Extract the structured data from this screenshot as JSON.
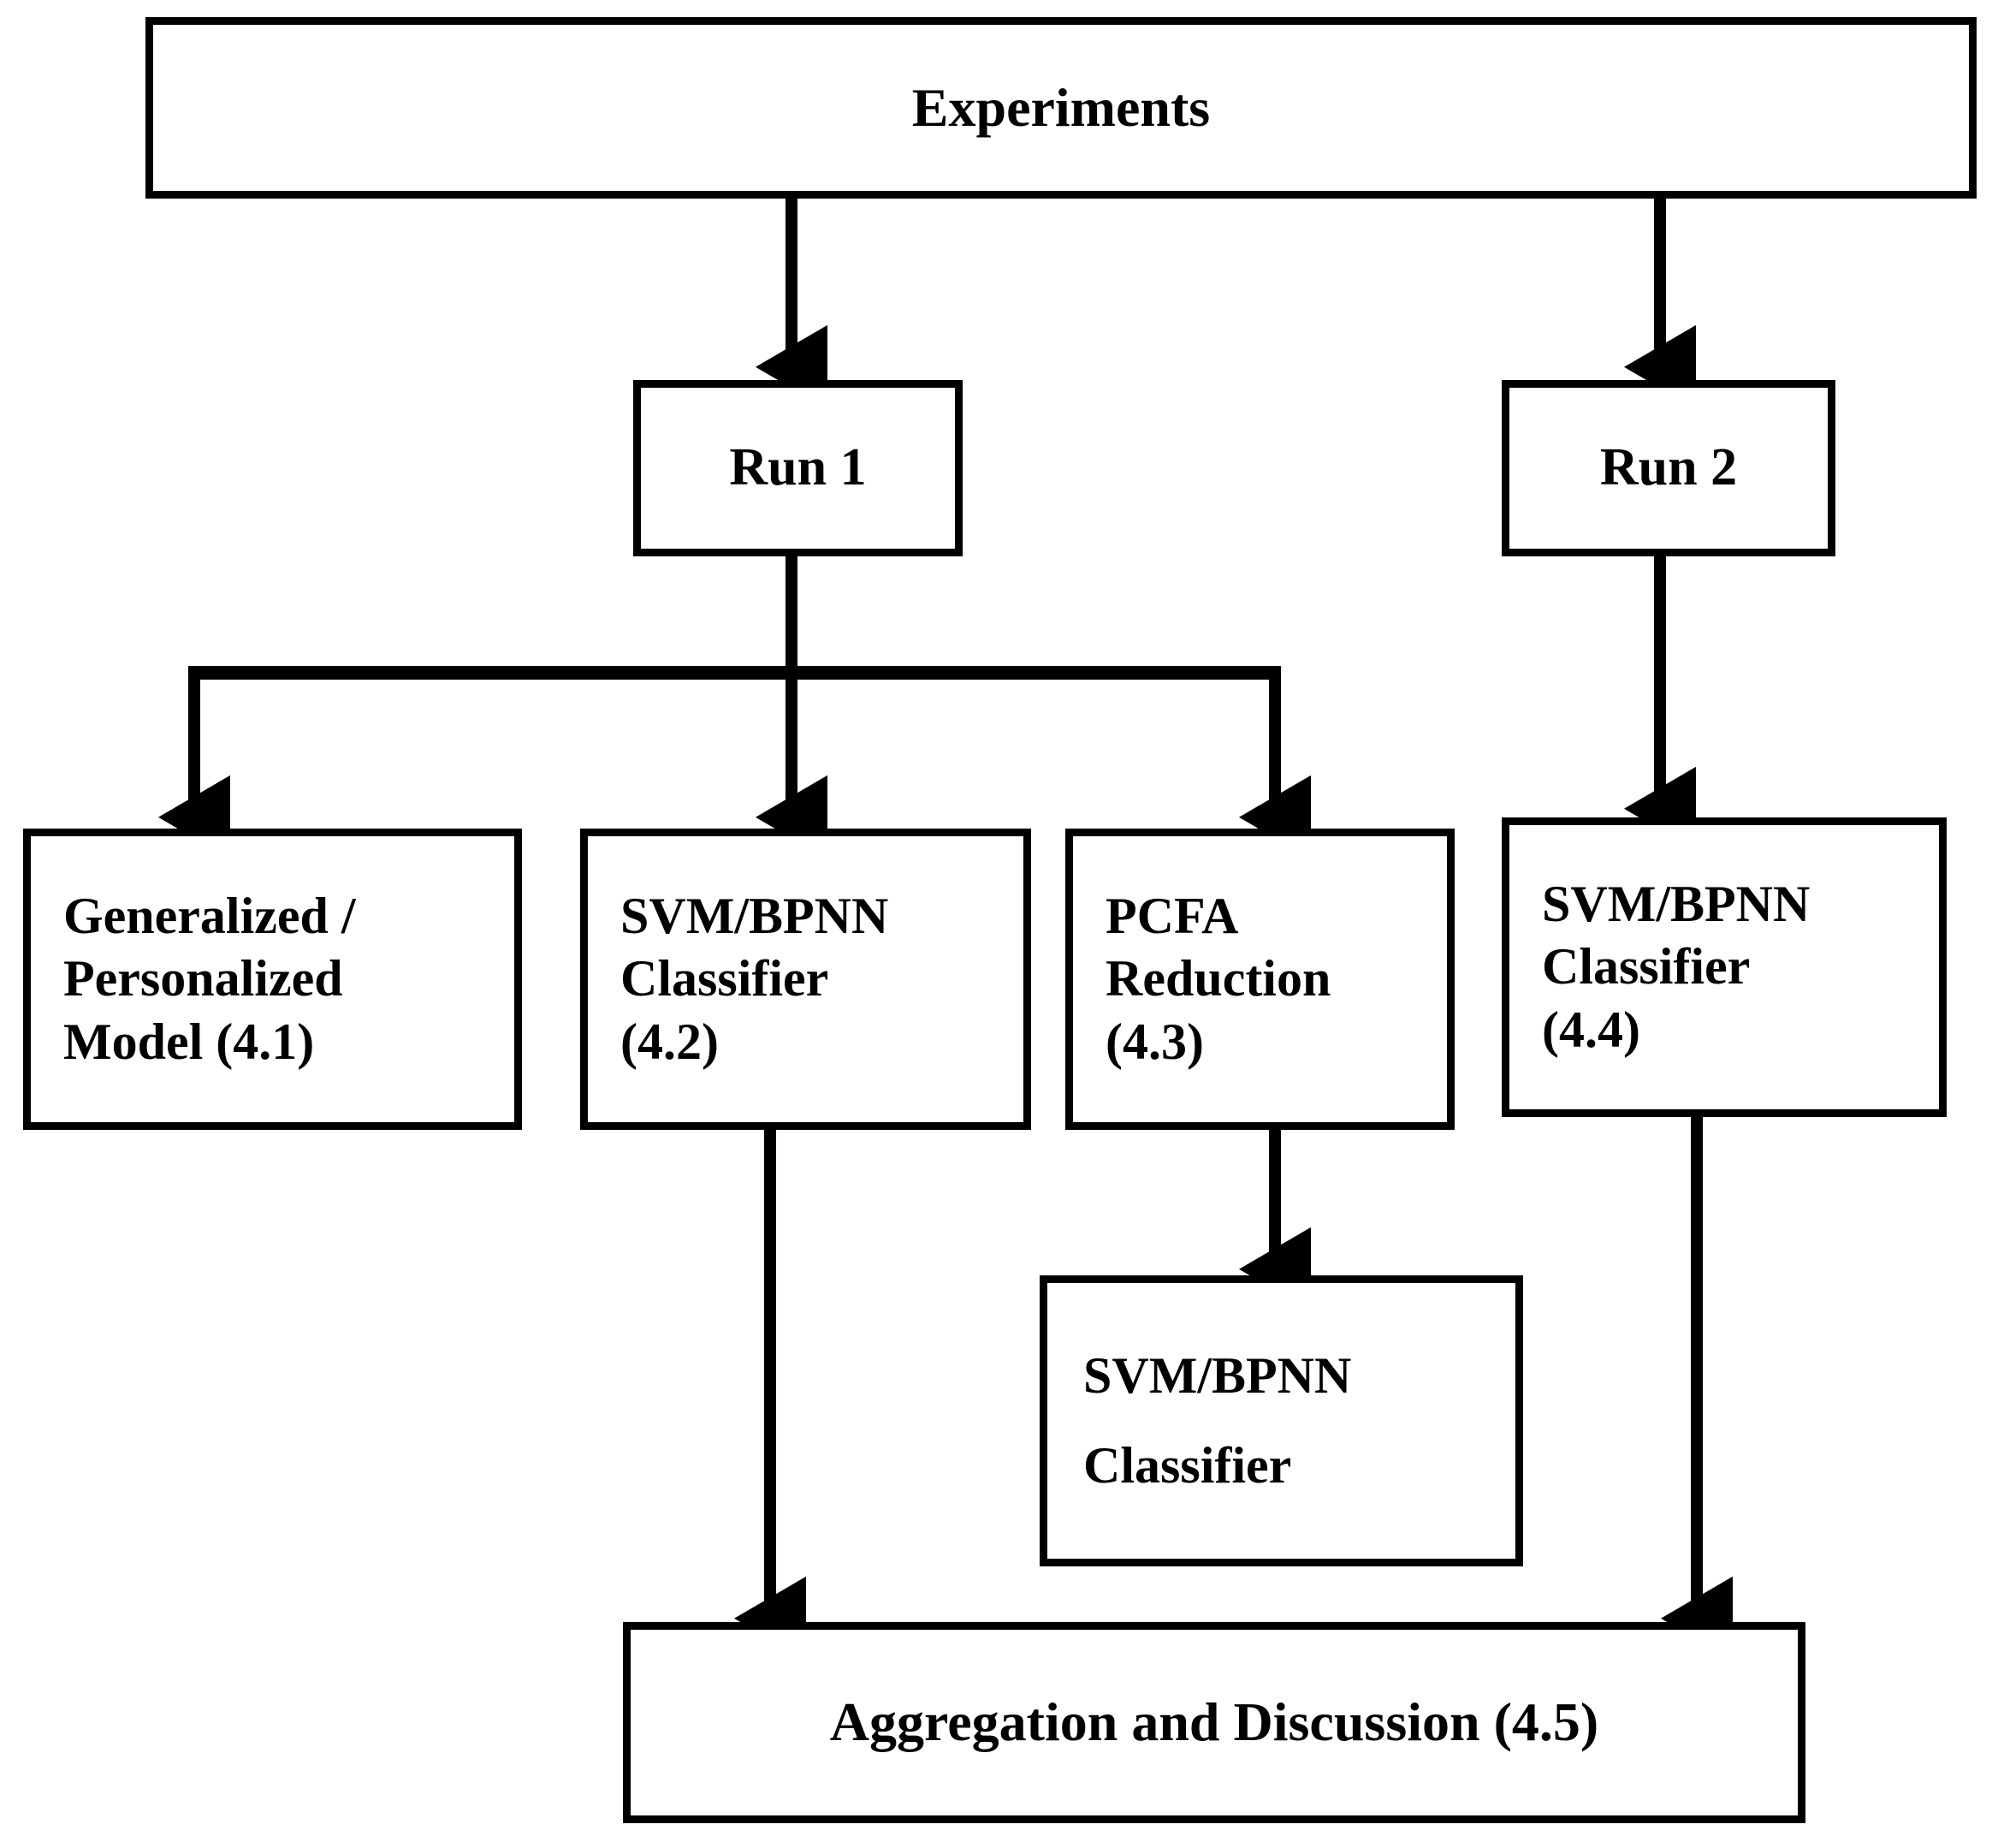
{
  "diagram": {
    "type": "flowchart",
    "title": "Experiments",
    "orientation": "top-down",
    "background_color": "#ffffff",
    "line_color": "#000000",
    "nodes": {
      "experiments": {
        "label": "Experiments"
      },
      "run1": {
        "label": "Run 1"
      },
      "run2": {
        "label": "Run 2"
      },
      "model41": {
        "label": "Generalized /\nPersonalized\nModel (4.1)"
      },
      "classifier42": {
        "label": "SVM/BPNN\nClassifier\n(4.2)"
      },
      "pcfa43": {
        "label": "PCFA\nReduction\n(4.3)"
      },
      "classifier44": {
        "label": "SVM/BPNN\nClassifier\n(4.4)"
      },
      "classifier_pcfa": {
        "label": "SVM/BPNN\nClassifier"
      },
      "aggregation45": {
        "label": "Aggregation and Discussion (4.5)"
      }
    },
    "edges": [
      {
        "from": "experiments",
        "to": "run1"
      },
      {
        "from": "experiments",
        "to": "run2"
      },
      {
        "from": "run1",
        "to": "model41"
      },
      {
        "from": "run1",
        "to": "classifier42"
      },
      {
        "from": "run1",
        "to": "pcfa43"
      },
      {
        "from": "run2",
        "to": "classifier44"
      },
      {
        "from": "pcfa43",
        "to": "classifier_pcfa"
      },
      {
        "from": "classifier42",
        "to": "aggregation45"
      },
      {
        "from": "classifier44",
        "to": "aggregation45"
      }
    ]
  }
}
